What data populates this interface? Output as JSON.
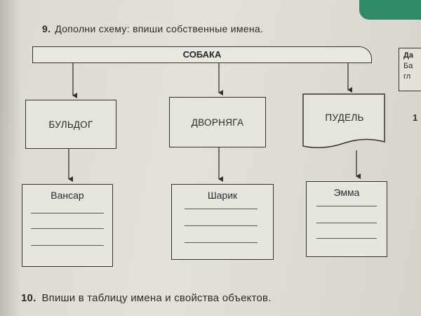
{
  "task9": {
    "number": "9.",
    "text": "Дополни схему: впиши собственные имена."
  },
  "diagram": {
    "root": "СОБАКА",
    "breeds": [
      {
        "label": "БУЛЬДОГ",
        "name": "Вансар"
      },
      {
        "label": "ДВОРНЯГА",
        "name": "Шарик"
      },
      {
        "label": "ПУДЕЛЬ",
        "name": "Эмма"
      }
    ]
  },
  "side": {
    "line1": "Да",
    "line2": "Ба",
    "line3": "гл",
    "number": "1"
  },
  "task10": {
    "number": "10.",
    "text": "Впиши в таблицу имена и свойства объектов."
  }
}
